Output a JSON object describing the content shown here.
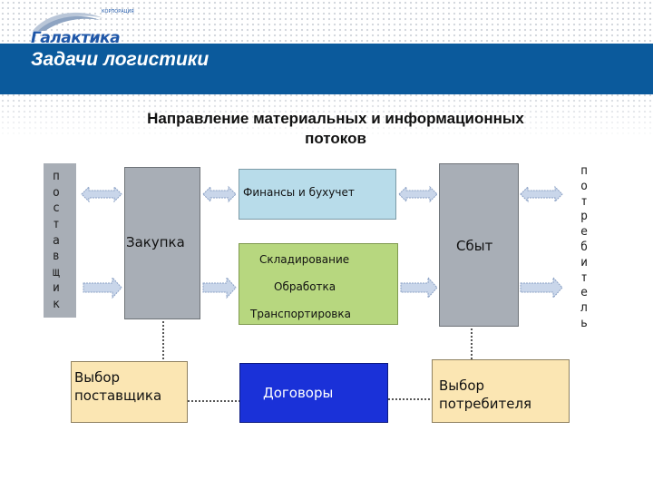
{
  "logo": {
    "small_text": "КОРПОРАЦИЯ",
    "text": "Галактика"
  },
  "header": {
    "title": "Задачи логистики"
  },
  "diagram": {
    "subtitle_line1": "Направление материальных и информационных",
    "subtitle_line2": "потоков",
    "supplier_letters": [
      "п",
      "о",
      "с",
      "т",
      "а",
      "в",
      "щ",
      "и",
      "к"
    ],
    "consumer_letters": [
      "п",
      "о",
      "т",
      "р",
      "е",
      "б",
      "и",
      "т",
      "е",
      "л",
      "ь"
    ],
    "purchase": "Закупка",
    "sales": "Сбыт",
    "finance": "Финансы и бухучет",
    "operations": [
      "Складирование",
      "Обработка",
      "Транспортировка"
    ],
    "choose_supplier": [
      "Выбор",
      "поставщика"
    ],
    "contracts": "Договоры",
    "choose_consumer": [
      "Выбор",
      "потребителя"
    ],
    "colors": {
      "header": "#0b5a9c",
      "gray_box": "#a8aeb6",
      "finance_box": "#b8dcea",
      "ops_box": "#b7d77f",
      "cream_box": "#fbe6b3",
      "contracts_box": "#1a31d8",
      "arrow_fill": "#c9d6ea",
      "arrow_stroke": "#8aa0c4"
    }
  }
}
